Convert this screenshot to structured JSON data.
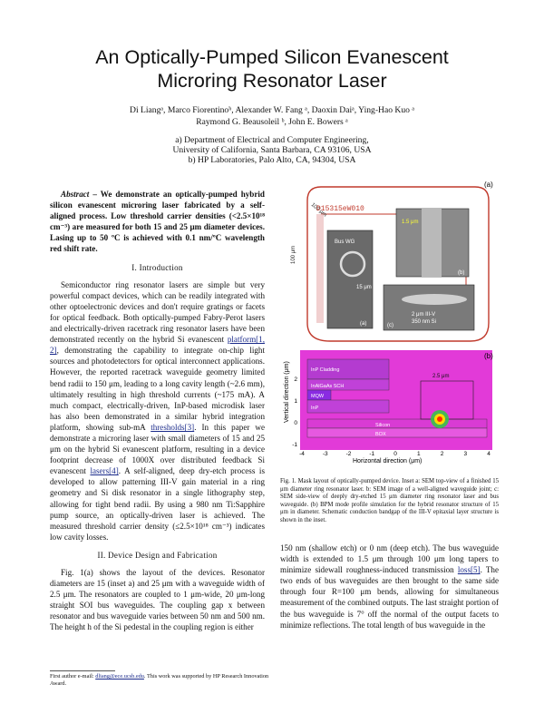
{
  "title_line1": "An Optically-Pumped Silicon Evanescent",
  "title_line2": "Microring Resonator Laser",
  "authors_line1": "Di Liangᵃ, Marco Fiorentinoᵇ, Alexander W. Fang ᵃ, Daoxin Daiᵃ, Ying-Hao Kuo ᵃ",
  "authors_line2": "Raymond G. Beausoleil ᵇ, John E. Bowers ᵃ",
  "affil_a": "a)    Department of Electrical and Computer Engineering,",
  "affil_a2": "University of California, Santa Barbara, CA 93106, USA",
  "affil_b": "b)    HP Laboratories, Palo Alto, CA, 94304, USA",
  "abstract_label": "Abstract",
  "abstract_text": " – We demonstrate an optically-pumped hybrid silicon evanescent microring laser fabricated by a self-aligned process. Low threshold carrier densities (<2.5×10¹⁸ cm⁻³) are measured for both 15 and 25 μm diameter devices. Lasing up to 50 ºC is achieved with 0.1 nm/ºC wavelength red shift rate.",
  "sec1_head": "I.   Introduction",
  "intro_p1": "Semiconductor ring resonator lasers are simple but very powerful compact devices, which can be readily integrated with other optoelectronic devices and don't require gratings or facets for optical feedback. Both optically-pumped Fabry-Perot lasers and electrically-driven racetrack ring resonator lasers have been demonstrated recently on the hybrid Si evanescent ",
  "intro_link1": "platform[1, 2]",
  "intro_p1b": ", demonstrating the capability to integrate on-chip light sources and photodetectors for optical interconnect applications. However, the reported racetrack waveguide geometry limited bend radii to 150 μm, leading to a long cavity length (~2.6 mm), ultimately resulting in high threshold currents (~175 mA). A much compact, electrically-driven, InP-based microdisk laser has also been demonstrated in a similar hybrid integration platform, showing sub-mA ",
  "intro_link2": "thresholds[3]",
  "intro_p1c": ". In this paper we demonstrate a microring laser with small diameters of 15 and 25 μm on the hybrid Si evanescent platform, resulting in a device footprint decrease of 1000X over distributed feedback Si evanescent ",
  "intro_link3": "lasers[4]",
  "intro_p1d": ". A self-aligned, deep dry-etch process is developed to allow patterning III-V gain material in a ring geometry and Si disk resonator in a single lithography step, allowing for tight bend radii. By using a 980 nm Ti:Sapphire pump source, an optically-driven laser is achieved. The measured threshold carrier density (≤2.5×10¹⁸ cm⁻³) indicates low cavity losses.",
  "sec2_head": "II.   Device Design and Fabrication",
  "design_p1": "Fig. 1(a) shows the layout of the devices. Resonator diameters are 15 (inset a) and 25 μm with a waveguide width of 2.5 μm. The resonators are coupled to 1 μm-wide, 20 μm-long straight SOI bus waveguides. The coupling gap x between resonator and bus waveguide varies between 50 nm and 500 nm. The height h of the Si pedestal in the coupling region is either",
  "footnote_prefix": "First author e-mail: ",
  "footnote_email": "dliang@ece.ucsb.edu",
  "footnote_suffix": ". This work was supported by HP Research Innovation Award.",
  "right_p1": "150 nm (shallow etch) or 0 nm (deep etch). The bus waveguide width is extended to 1.5 μm through 100 μm long tapers to minimize sidewall roughness-induced transmission ",
  "right_link1": "loss[5]",
  "right_p1b": ". The two ends of bus waveguides are then brought to the same side through four R=100 μm bends, allowing for simultaneous measurement of the combined outputs. The last straight portion of the bus waveguide is 7° off the normal of the output facets to minimize reflections. The total length of bus waveguide in the",
  "caption": "Fig. 1. Mask layout of optically-pumped device. Inset a: SEM top-view of a finished 15 μm diameter ring resonator laser. b: SEM image of a well-aligned waveguide joint; c: SEM side-view of deeply dry-etched 15 μm diameter ring resonator laser and bus waveguide. (b) BPM mode profile simulation for the hybrid resonator structure of 15 μm in diameter. Schematic conduction bandgap of the III-V epitaxial layer structure is shown in the inset.",
  "figure": {
    "label_a": "(a)",
    "label_b": "(b)",
    "inset_a": "(a)",
    "inset_b": "(b)",
    "inset_c": "(c)",
    "mask_id": "D15315eW010",
    "dim_top": "100 μm",
    "dim_left": "100 μm",
    "bus_wg": "Bus WG",
    "ring_dim": "15 μm",
    "wg_width": "1.5 μm",
    "sem_c_1": "2 μm III-V",
    "sem_c_2": "350 nm Si",
    "layer_inp_cladding": "InP Cladding",
    "layer_ingaasp_sch": "InAlGaAs SCH",
    "layer_mqw": "MQW",
    "layer_inp": "InP",
    "layer_silicon": "Silicon",
    "layer_box": "BOX",
    "dim_25": "2.5 μm",
    "ylabel": "Vertical direction (μm)",
    "xlabel": "Horizontal direction (μm)",
    "xticks": [
      "-4",
      "-3",
      "-2",
      "-1",
      "0",
      "1",
      "2",
      "3",
      "4"
    ],
    "yticks": [
      "2",
      "1",
      "0",
      "-1"
    ],
    "colors": {
      "magenta": "#e23ad8",
      "purple": "#8a2be2",
      "bg_mask": "#f2f2f2",
      "red_wg": "#c0392b"
    }
  }
}
